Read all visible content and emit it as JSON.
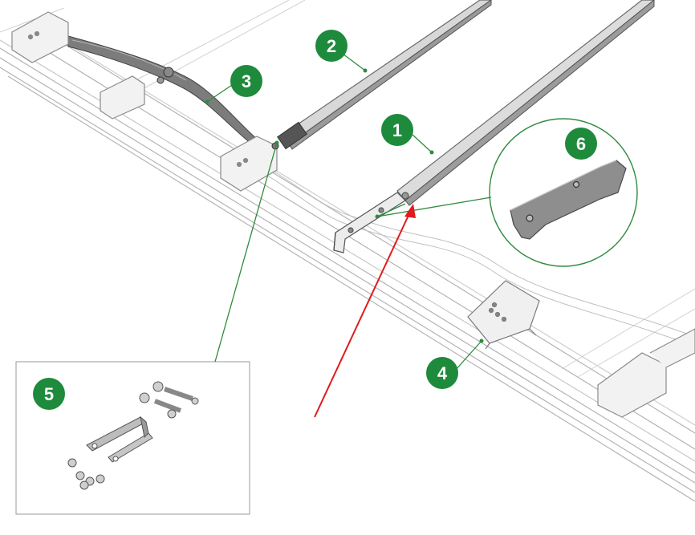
{
  "callouts": [
    {
      "id": "1",
      "label": "1"
    },
    {
      "id": "2",
      "label": "2"
    },
    {
      "id": "3",
      "label": "3"
    },
    {
      "id": "4",
      "label": "4"
    },
    {
      "id": "5",
      "label": "5"
    },
    {
      "id": "6",
      "label": "6"
    }
  ],
  "colors": {
    "callout_fill": "#1e8a3c",
    "leader_line": "#2e8b3e",
    "arrow": "#e01b1b",
    "part_stroke": "#8a8a8a",
    "part_dark": "#555555"
  }
}
